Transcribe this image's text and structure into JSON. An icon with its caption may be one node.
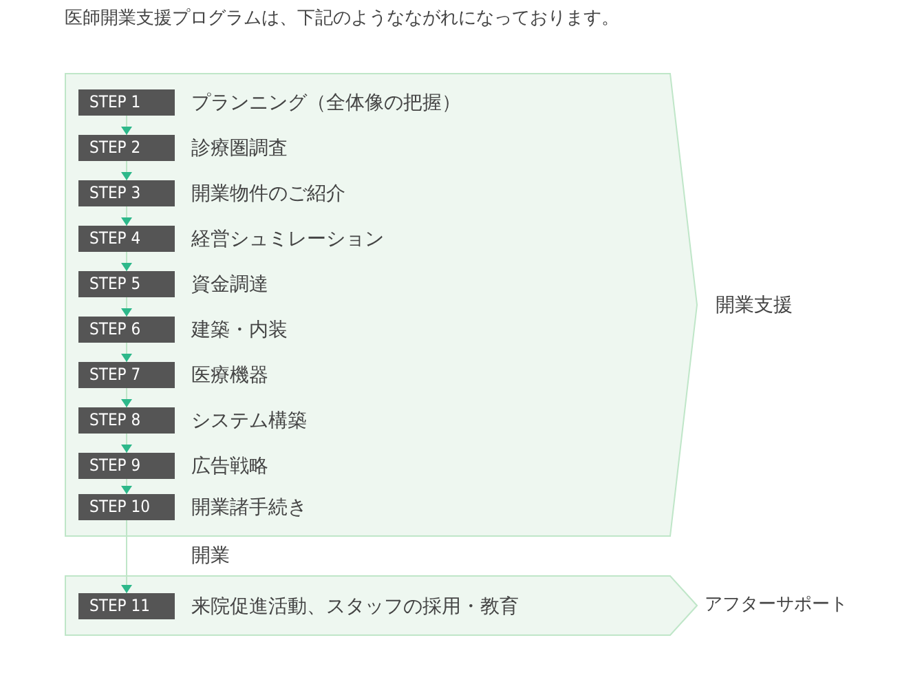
{
  "diagram": {
    "title": "医師開業支援プログラムは、下記のようなながれになっております。",
    "nodes": [
      {
        "text": [],
        "shape": "pentagon",
        "beside": [
          "開業支援"
        ]
      },
      {
        "text": [
          "STEP 1"
        ],
        "in": 0,
        "beside": [
          "プランニング（全体像の把握）"
        ]
      },
      {
        "text": [
          "STEP 2"
        ],
        "in": 0,
        "beside": [
          "診療圏調査"
        ]
      },
      {
        "text": [
          "STEP 3"
        ],
        "in": 0,
        "beside": [
          "開業物件のご紹介"
        ]
      },
      {
        "text": [
          "STEP 4"
        ],
        "in": 0,
        "beside": [
          "経営シュミレーション"
        ]
      },
      {
        "text": [
          "STEP 5"
        ],
        "in": 0,
        "beside": [
          "資金調達"
        ]
      },
      {
        "text": [
          "STEP 6"
        ],
        "in": 0,
        "beside": [
          "建築・内装"
        ]
      },
      {
        "text": [
          "STEP 7"
        ],
        "in": 0,
        "beside": [
          "医療機器"
        ]
      },
      {
        "text": [
          "STEP 8"
        ],
        "in": 0,
        "beside": [
          "システム構築"
        ]
      },
      {
        "text": [
          "STEP 9"
        ],
        "in": 0,
        "beside": [
          "広告戦略"
        ]
      },
      {
        "text": [
          "STEP 10"
        ],
        "in": 0,
        "beside": [
          "開業諸手続き"
        ]
      },
      {
        "text": [],
        "shape": "pentagon",
        "beside": [
          "アフターサポート"
        ]
      },
      {
        "text": [
          "STEP 11"
        ],
        "in": 11,
        "beside": [
          "来院促進活動、スタッフの採用・教育"
        ]
      }
    ],
    "edges": [
      {
        "from": 1,
        "to": 2,
        "arrow": "to"
      },
      {
        "from": 2,
        "to": 3,
        "arrow": "to"
      },
      {
        "from": 3,
        "to": 4,
        "arrow": "to"
      },
      {
        "from": 4,
        "to": 5,
        "arrow": "to"
      },
      {
        "from": 5,
        "to": 6,
        "arrow": "to"
      },
      {
        "from": 6,
        "to": 7,
        "arrow": "to"
      },
      {
        "from": 7,
        "to": 8,
        "arrow": "to"
      },
      {
        "from": 8,
        "to": 9,
        "arrow": "to"
      },
      {
        "from": 9,
        "to": 10,
        "arrow": "to"
      },
      {
        "from": 10,
        "to": 12,
        "arrow": "to",
        "label": "開業"
      }
    ]
  }
}
